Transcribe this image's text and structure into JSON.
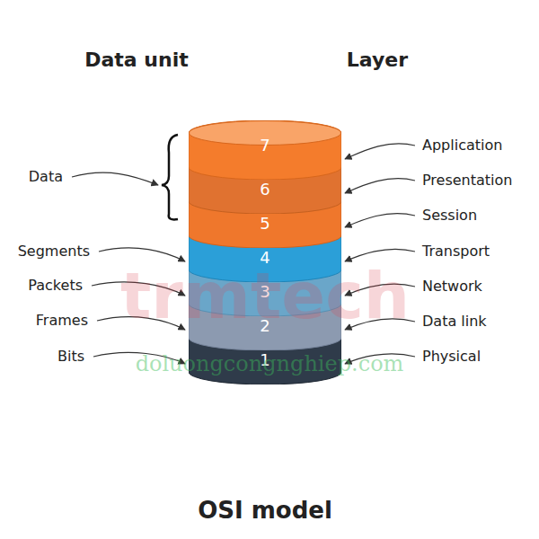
{
  "diagram": {
    "caption": "OSI model",
    "nodes": [
      {
        "text": [
          "7"
        ]
      },
      {
        "text": [
          "6"
        ]
      },
      {
        "text": [
          "5"
        ]
      },
      {
        "text": [
          "4"
        ]
      },
      {
        "text": [
          "3"
        ]
      },
      {
        "text": [
          "2"
        ]
      },
      {
        "text": [
          "1"
        ]
      }
    ],
    "labels": [
      "Data unit",
      "Layer",
      "Data",
      "Application",
      "Presentation",
      "Session",
      "Segments",
      "Transport",
      "Packets",
      "Network",
      "Frames",
      "Data link",
      "Bits",
      "Physical",
      "trmtech",
      "doluongcongnghiep.com"
    ]
  }
}
